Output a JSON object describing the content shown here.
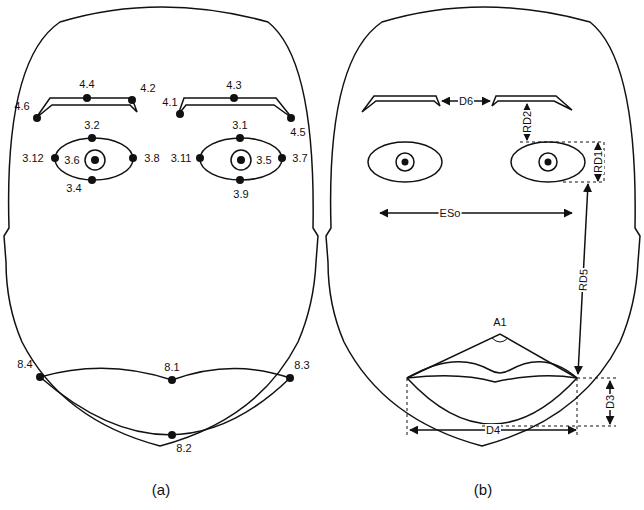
{
  "diagram": {
    "labels": [
      "4.4",
      "4.2",
      "4.6",
      "4.1",
      "4.3",
      "4.5",
      "3.2",
      "3.12",
      "3.6",
      "3.8",
      "3.11",
      "3.1",
      "3.5",
      "3.7",
      "3.4",
      "3.9",
      "8.4",
      "8.1",
      "8.3",
      "8.2",
      "(a)",
      "D6",
      "RD2",
      "RD1",
      "ESo",
      "RD5",
      "A1",
      "D3",
      "D4",
      "(b)"
    ]
  }
}
